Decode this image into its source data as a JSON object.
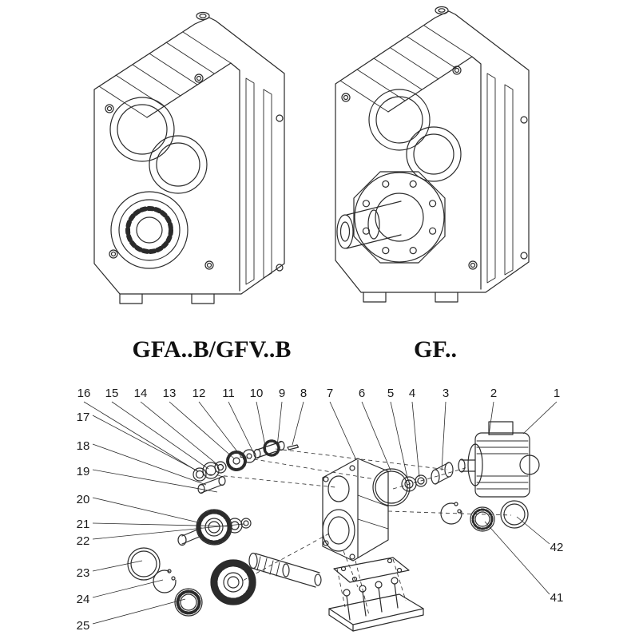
{
  "titles": {
    "left_model": "GFA..B/GFV..B",
    "right_model": "GF.."
  },
  "callouts": {
    "top": [
      "16",
      "15",
      "14",
      "13",
      "12",
      "11",
      "10",
      "9",
      "8",
      "7",
      "6",
      "5",
      "4",
      "3",
      "2",
      "1"
    ],
    "left": [
      "17",
      "18",
      "19",
      "20",
      "21",
      "22",
      "23",
      "24",
      "25"
    ],
    "right": [
      "42",
      "41"
    ]
  },
  "colors": {
    "line": "#2b2b2b",
    "background": "#ffffff"
  }
}
